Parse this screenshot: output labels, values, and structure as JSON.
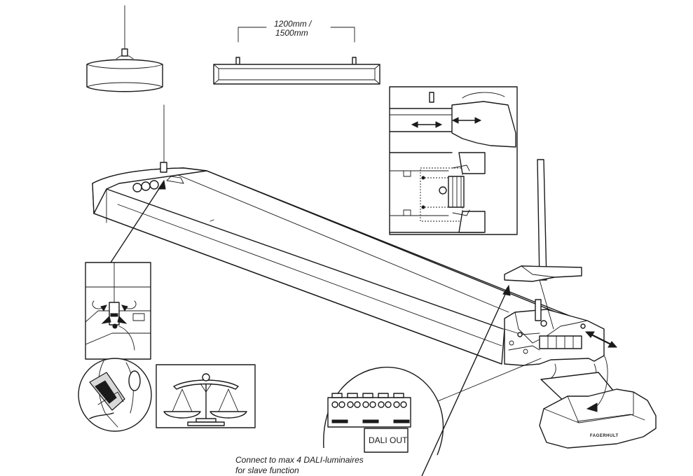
{
  "dimension_label_line1": "1200mm /",
  "dimension_label_line2": "1500mm",
  "terminal_label": "DALI OUT",
  "note_line1": "Connect to max 4 DALI-luminaires",
  "note_line2": "for slave function",
  "brand_text": "FAGERHULT",
  "icons": [
    "pendant-luminaire-icon",
    "luminaire-length-icon",
    "suspension-detail-icon",
    "cable-cutter-icon",
    "balance-scale-icon",
    "terminal-block-icon",
    "end-cap-detail-icon",
    "ceiling-mount-icon"
  ]
}
